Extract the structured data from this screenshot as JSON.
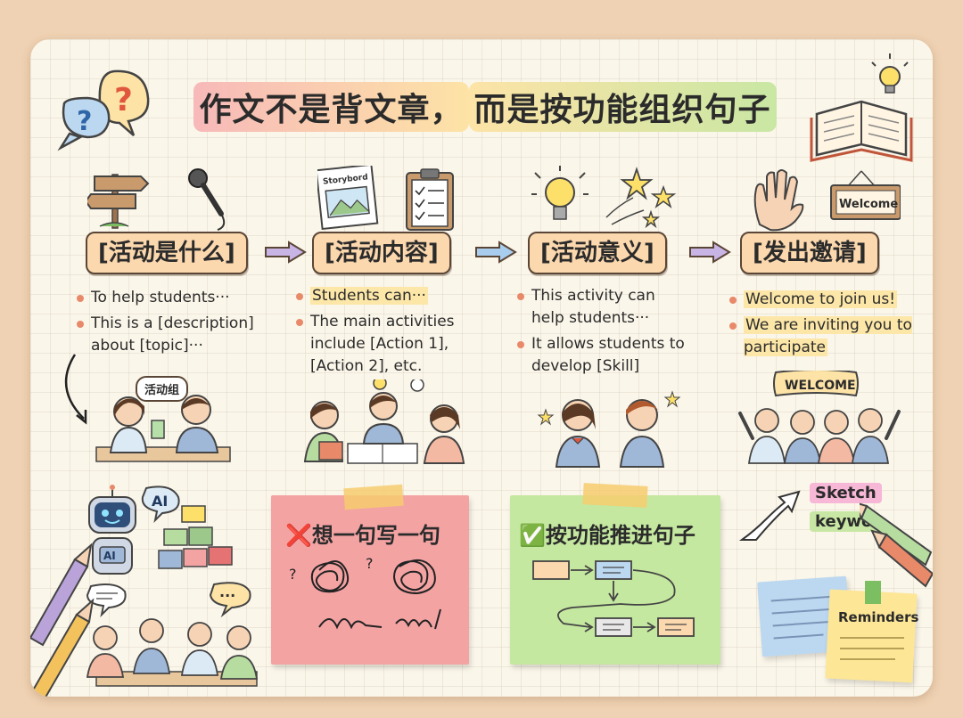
{
  "title": {
    "part1": "作文不是背文章，",
    "part2": "而是按功能组织句子"
  },
  "icons": [
    "question-bubble-icon",
    "open-book-icon",
    "lightbulb-icon",
    "signpost-icon",
    "microphone-icon",
    "storyboard-icon",
    "clipboard-icon",
    "stars-icon",
    "hand-wave-icon",
    "pencil-icon",
    "robot-icon"
  ],
  "steps": [
    {
      "label": "[活动是什么]",
      "bullets": [
        "To help students···",
        "This is a [description] about [topic]···"
      ]
    },
    {
      "label": "[活动内容]",
      "bullets": [
        "Students can···",
        "The main activities include [Action 1], [Action 2], etc."
      ]
    },
    {
      "label": "[活动意义]",
      "bullets": [
        "This activity can help students···",
        "It allows students to develop [Skill]"
      ]
    },
    {
      "label": "[发出邀请]",
      "bullets": [
        "Welcome to join us!",
        "We are inviting you to participate"
      ]
    }
  ],
  "scene_labels": {
    "group": "活动组",
    "storyboard": "Storybord",
    "welcome_sign": "Welcome",
    "welcome_banner": "WELCOME",
    "ai1": "AI",
    "ai2": "AI",
    "chat_dots": "···"
  },
  "notes": {
    "bad": {
      "mark": "❌",
      "text": "想一句写一句"
    },
    "good": {
      "mark": "✅",
      "text": "按功能推进句子"
    }
  },
  "right_panel": {
    "sketch": "Sketch",
    "keyword": "keywo",
    "reminders": "Reminders"
  },
  "colors": {
    "board": "#fbf6ea",
    "step_box": "#fcd8ae",
    "bad_note": "#f4a3a3",
    "good_note": "#c5e8a0",
    "highlight": "#fce7a8"
  }
}
